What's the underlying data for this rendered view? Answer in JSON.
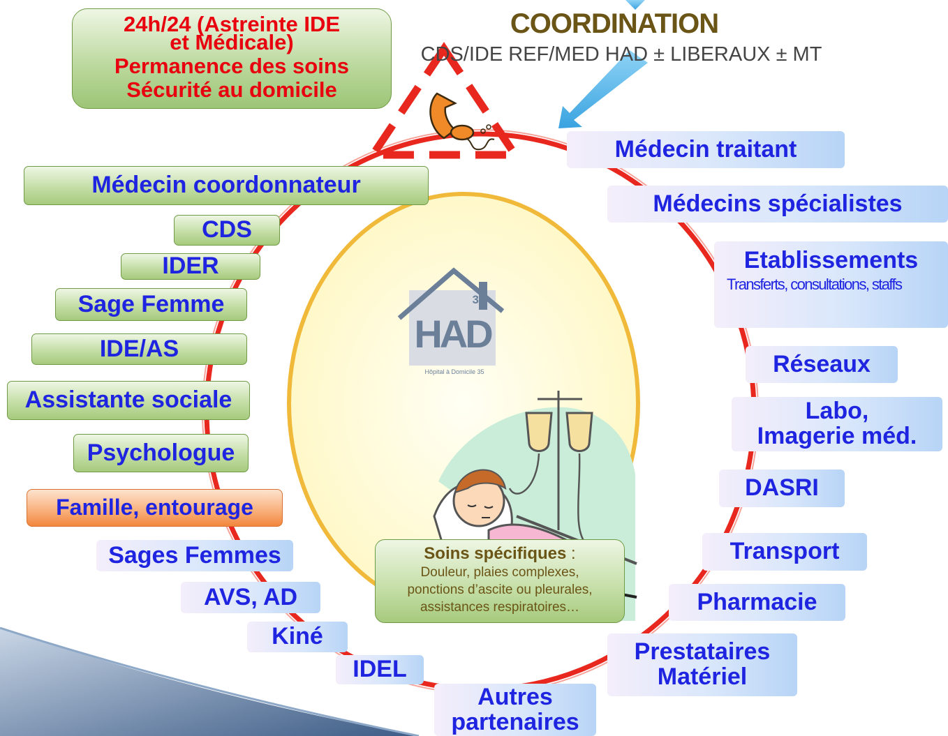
{
  "header": {
    "title": "COORDINATION",
    "subtitle": "CDS/IDE REF/MED HAD ± LIBERAUX ± MT"
  },
  "astreinte": {
    "line1": "24h/24 (Astreinte IDE et Médicale)",
    "line2": "Permanence des soins",
    "line3": "Sécurité au domicile"
  },
  "left_nodes": [
    "Médecin coordonnateur",
    "CDS",
    "IDER",
    "Sage Femme",
    "IDE/AS",
    "Assistante sociale",
    "Psychologue",
    "Famille, entourage"
  ],
  "bottom_left_nodes": [
    "Sages Femmes",
    "AVS, AD",
    "Kiné",
    "IDEL"
  ],
  "bottom_node": {
    "line1": "Autres",
    "line2": "partenaires"
  },
  "right_nodes": {
    "medecin_traitant": "Médecin traitant",
    "specialistes": "Médecins spécialistes",
    "etablissements": "Etablissements",
    "etablissements_detail": "Transferts, consultations, staffs",
    "reseaux": "Réseaux",
    "labo_line1": "Labo,",
    "labo_line2": "Imagerie méd.",
    "dasri": "DASRI",
    "transport": "Transport",
    "pharmacie": "Pharmacie",
    "prestataires_line1": "Prestataires",
    "prestataires_line2": "Matériel"
  },
  "logo": {
    "text": "HAD",
    "number": "35",
    "caption": "Hôpital à Domicile 35"
  },
  "soins": {
    "heading": "Soins spécifiques",
    "heading_suffix": " :",
    "line1": "Douleur, plaies complexes,",
    "line2": "ponctions d’ascite ou pleurales,",
    "line3": "assistances respiratoires…"
  },
  "colors": {
    "ring": "#e8281f",
    "node_text": "#1e24e0",
    "alert_text": "#e8000e",
    "title": "#6b5516",
    "arrow": "#55b6e8",
    "center_border": "#f0b93a",
    "center_fill": "#fffde0"
  },
  "icons": [
    "phone-icon",
    "iv-drip-patient-illustration",
    "bullet-arrow-icon"
  ]
}
